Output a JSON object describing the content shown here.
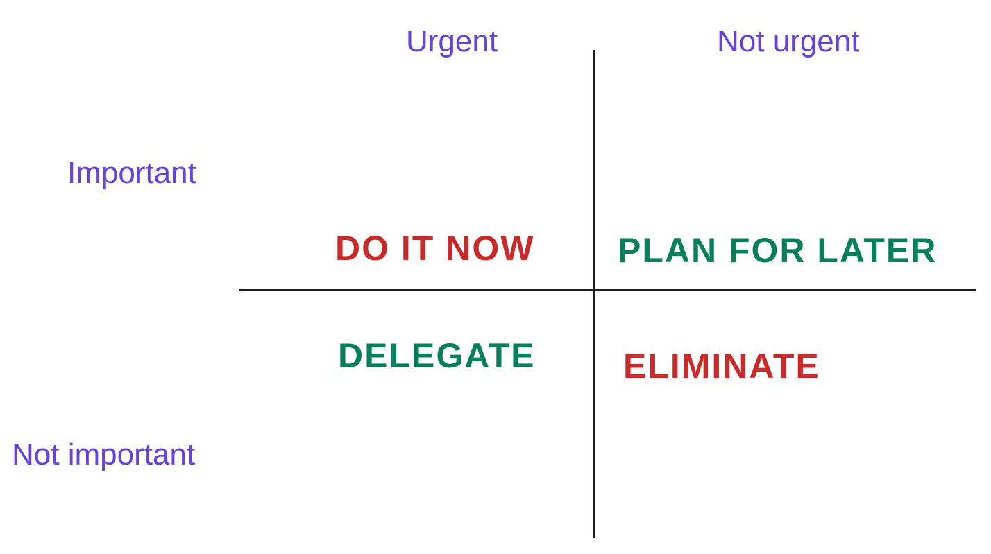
{
  "columns": {
    "urgent": "Urgent",
    "not_urgent": "Not urgent"
  },
  "rows": {
    "important": "Important",
    "not_important": "Not important"
  },
  "quadrants": {
    "do_now": "DO IT NOW",
    "plan": "PLAN FOR LATER",
    "delegate": "DELEGATE",
    "eliminate": "ELIMINATE"
  },
  "colors": {
    "axis_labels": "#6741d9",
    "red": "#c92a2a",
    "green": "#087f5b",
    "lines": "#1e1e1e"
  }
}
